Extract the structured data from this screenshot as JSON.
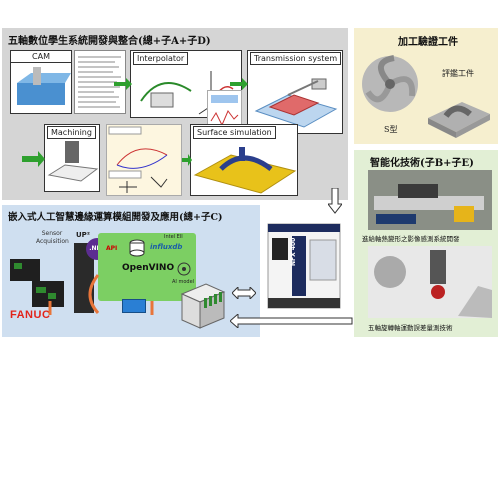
{
  "main": {
    "title": "五軸數位學生系統開發與整合(總+子A+子D)",
    "boxes": {
      "cam": "CAM",
      "interpolator": "Interpolator",
      "transmission": "Transmission system",
      "machining": "Machining",
      "surface": "Surface simulation"
    }
  },
  "embedded": {
    "title": "嵌入式人工智慧邊緣運算模組開發及應用(總+子C)",
    "sensor": "Sensor\nAcquisition",
    "up": "UP²",
    "net": ".NET",
    "api": "API",
    "intel": "Intel EII",
    "influx": "influxdb",
    "openvino": "OpenVINO",
    "ai_model": "AI model",
    "fanuc": "FANUC"
  },
  "verify": {
    "title": "加工驗證工件",
    "label_impeller": "評鑑工件",
    "label_s": "S型"
  },
  "smart": {
    "title": "智能化技術(子B+子E)",
    "caption1": "進給軸熱變形之影像感測系統開發",
    "caption2": "五軸旋轉軸運動誤差量測技術"
  },
  "machine": {
    "brand": "NFX 400"
  },
  "colors": {
    "arrow_green": "#2ea02e",
    "fanuc_red": "#e2231a"
  }
}
